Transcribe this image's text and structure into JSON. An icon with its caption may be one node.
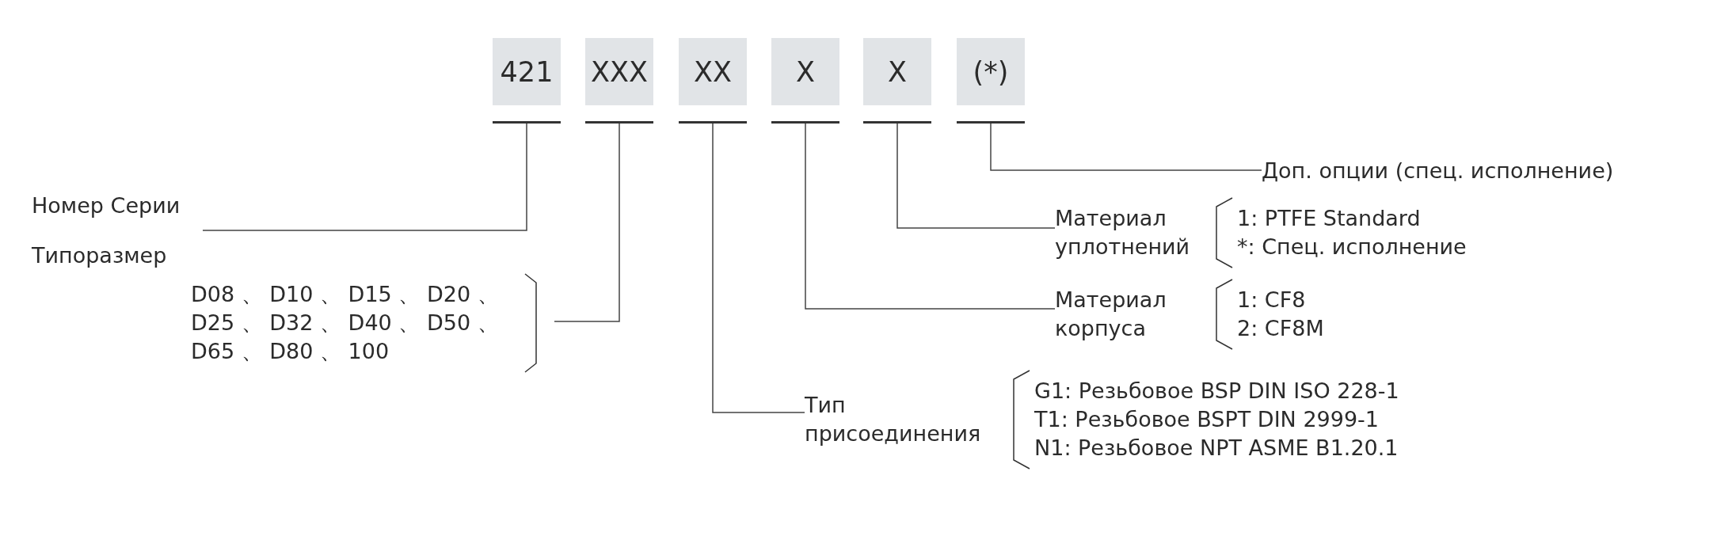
{
  "diagram": {
    "nodes": [
      {
        "text": [
          "421"
        ]
      },
      {
        "text": [
          "XXX"
        ]
      },
      {
        "text": [
          "XX"
        ]
      },
      {
        "text": [
          "X"
        ]
      },
      {
        "text": [
          "X"
        ]
      },
      {
        "text": [
          "(*)"
        ]
      },
      {
        "text": [
          "Доп. опции (спец. исполнение)"
        ]
      },
      {
        "text": [
          "Номер Серии"
        ]
      },
      {
        "text": [
          "Материал уплотнений",
          "1: PTFE Standard",
          "*: Спец. исполнение"
        ]
      },
      {
        "text": [
          "Типоразмер",
          "D08 、 D10 、 D15 、 D20 、 D25 、 D32 、 D40 、 D50 、 D65 、 D80 、 100"
        ]
      },
      {
        "text": [
          "Материал корпуса",
          "1: CF8",
          "2: CF8M"
        ]
      },
      {
        "text": [
          "Тип присоединения",
          "G1: Резьбовое BSP DIN ISO 228-1",
          "T1: Резьбовое BSPT DIN 2999-1",
          "N1: Резьбовое NPT ASME B1.20.1"
        ]
      }
    ],
    "edges": [
      {
        "from": 0,
        "to": 7,
        "arrow": "none"
      },
      {
        "from": 1,
        "to": 9,
        "arrow": "none"
      },
      {
        "from": 2,
        "to": 11,
        "arrow": "none"
      },
      {
        "from": 3,
        "to": 10,
        "arrow": "none"
      },
      {
        "from": 4,
        "to": 8,
        "arrow": "none"
      },
      {
        "from": 5,
        "to": 6,
        "arrow": "none"
      }
    ]
  }
}
